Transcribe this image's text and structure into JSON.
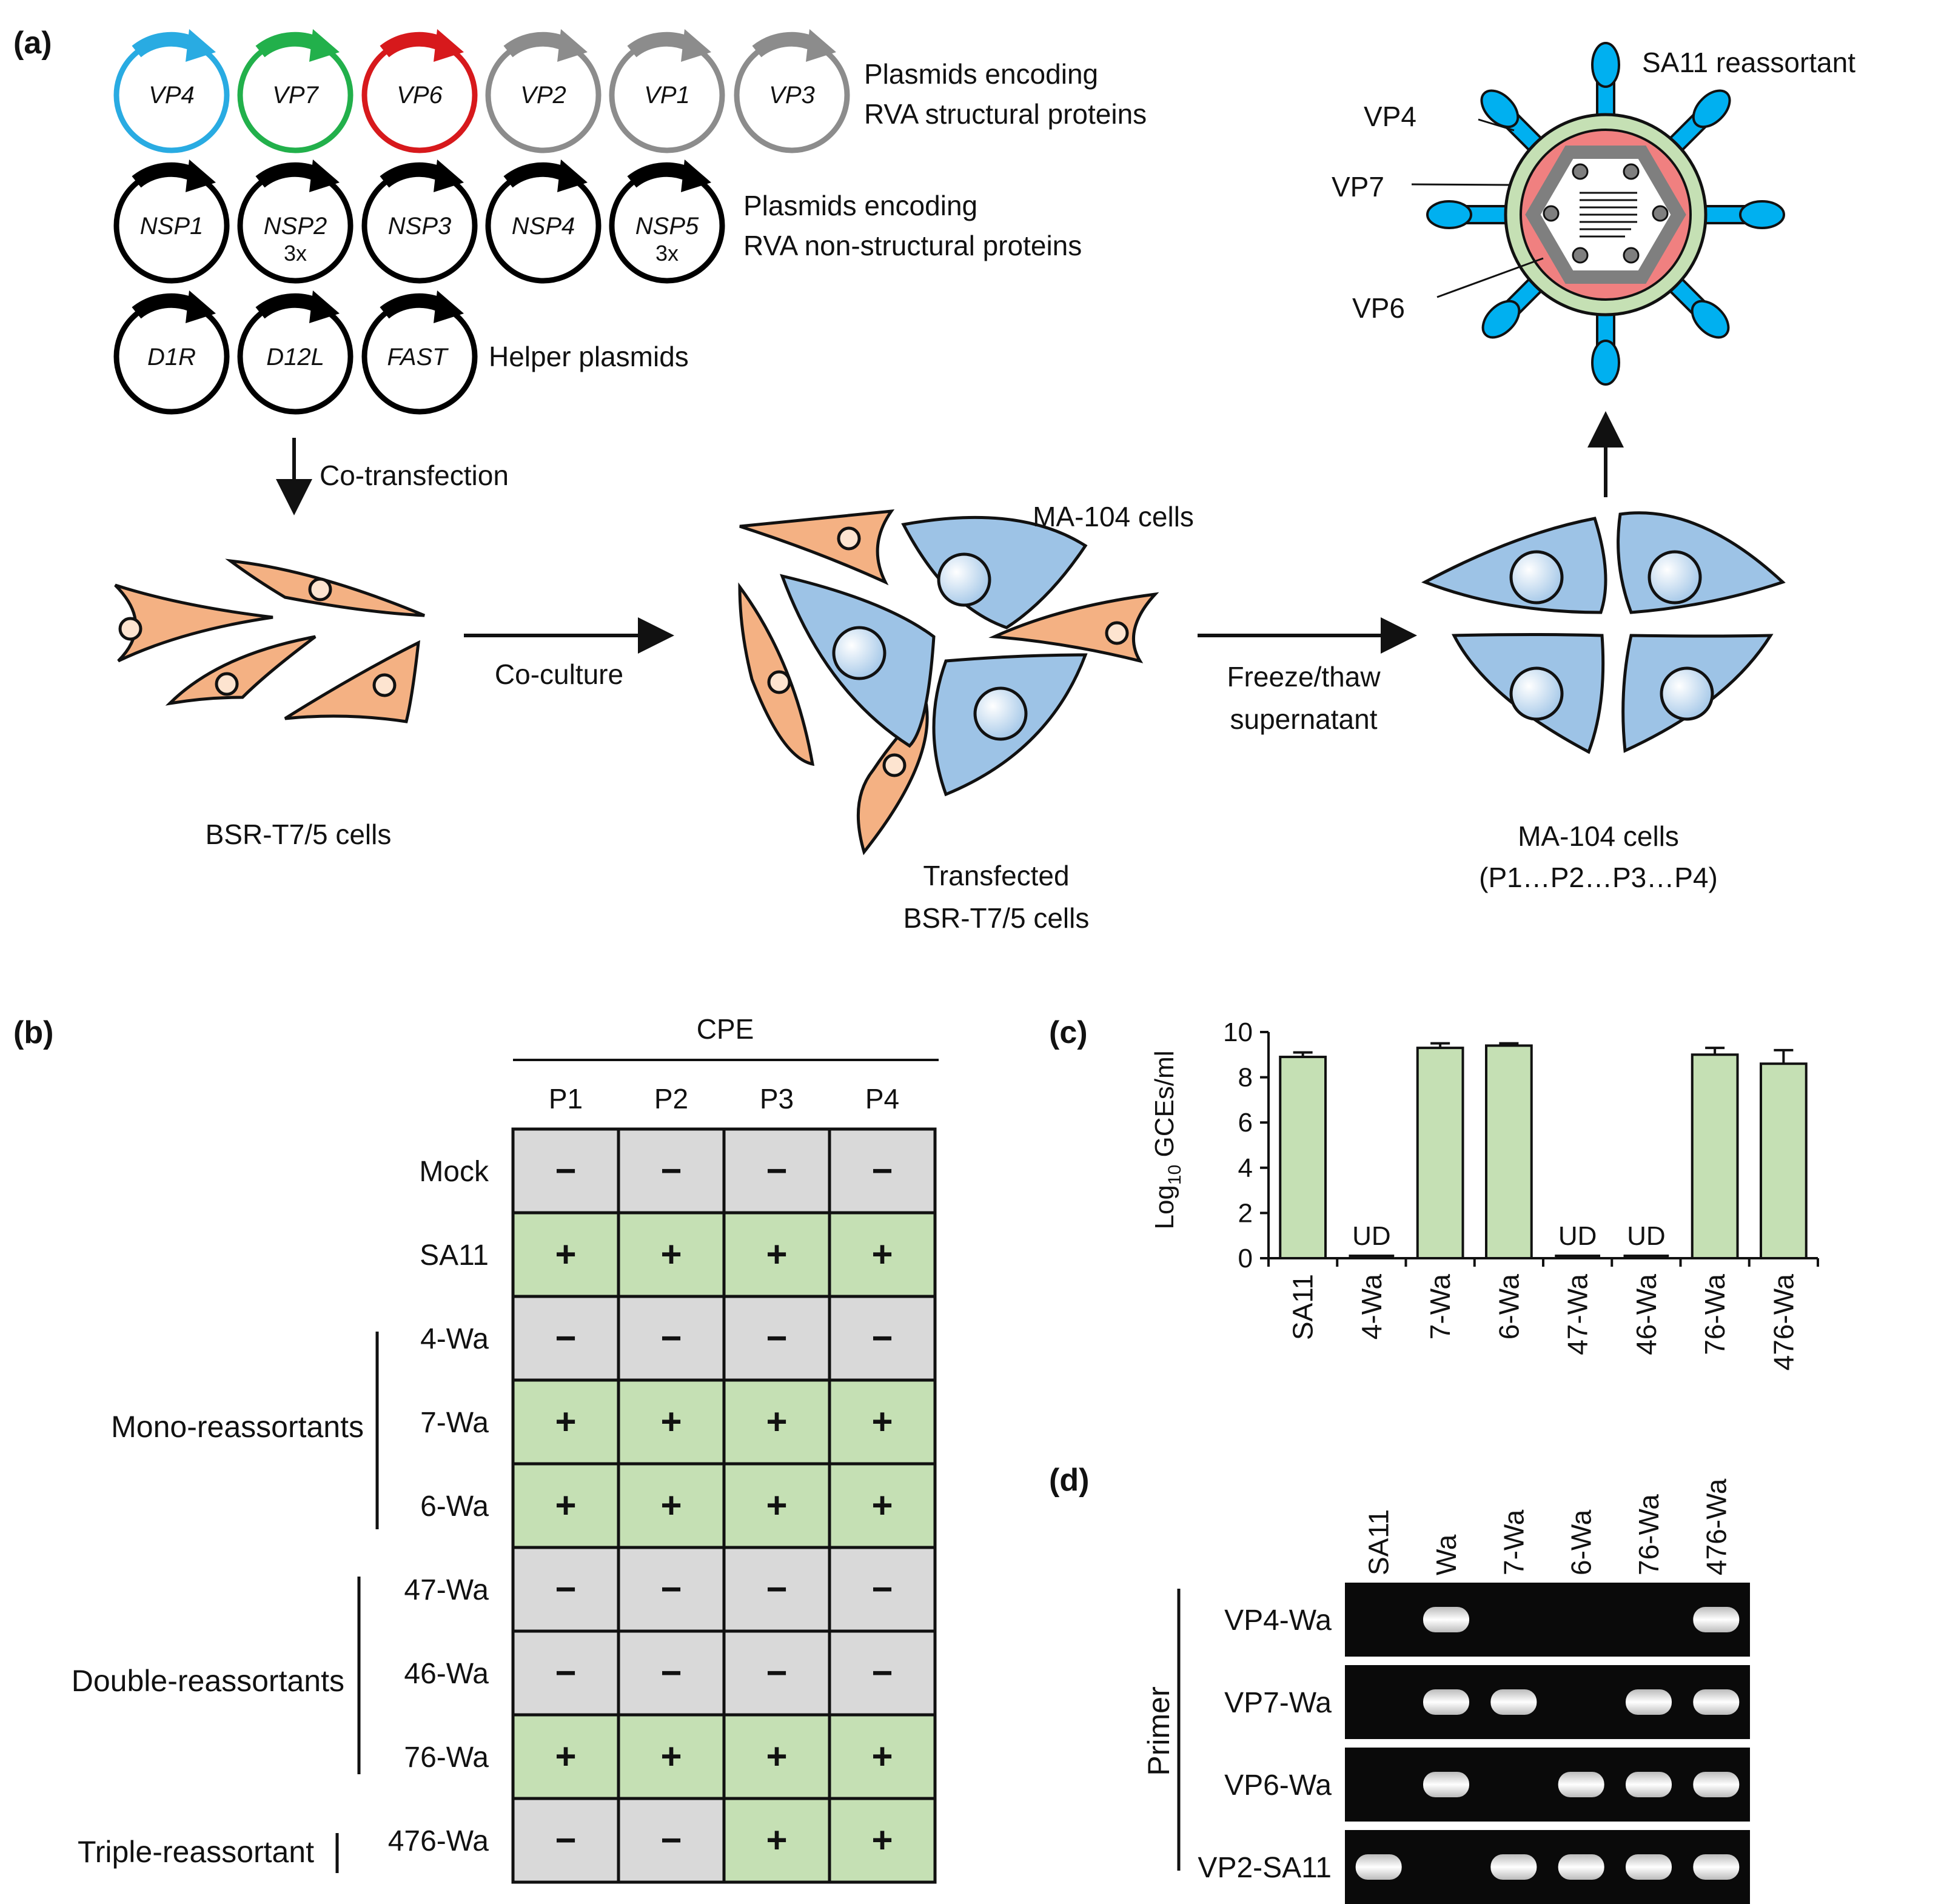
{
  "panels": {
    "a": "(a)",
    "b": "(b)",
    "c": "(c)",
    "d": "(d)"
  },
  "panel_a": {
    "structural_plasmids": [
      "VP4",
      "VP7",
      "VP6",
      "VP2",
      "VP1",
      "VP3"
    ],
    "structural_caption": [
      "Plasmids encoding",
      "RVA structural proteins"
    ],
    "nonstructural_plasmids": [
      {
        "name": "NSP1",
        "mult": ""
      },
      {
        "name": "NSP2",
        "mult": "3x"
      },
      {
        "name": "NSP3",
        "mult": ""
      },
      {
        "name": "NSP4",
        "mult": ""
      },
      {
        "name": "NSP5",
        "mult": "3x"
      }
    ],
    "nonstructural_caption": [
      "Plasmids encoding",
      "RVA non-structural proteins"
    ],
    "helper_plasmids": [
      "D1R",
      "D12L",
      "FAST"
    ],
    "helper_caption": "Helper plasmids",
    "plasmid_colors": {
      "VP4": "#29abe2",
      "VP7": "#22b04b",
      "VP6": "#d7191c",
      "grey": "#8c8c8c",
      "black": "#000000"
    },
    "step_cotransfection": "Co-transfection",
    "step_coculture": "Co-culture",
    "step_freeze": [
      "Freeze/thaw",
      "supernatant"
    ],
    "label_bsr": "BSR-T7/5 cells",
    "label_ma104_mix": "MA-104 cells",
    "label_transfected": [
      "Transfected",
      "BSR-T7/5 cells"
    ],
    "label_ma104_passage": [
      "MA-104 cells",
      "(P1…P2…P3…P4)"
    ],
    "virion_title": "SA11 reassortant",
    "virion_labels": [
      "VP4",
      "VP7",
      "VP6"
    ],
    "cell_colors": {
      "bsr": "#f4b183",
      "ma104": "#9dc3e6"
    },
    "virion_colors": {
      "vp4": "#00b0f0",
      "vp7": "#c5e0b4",
      "vp6": "#f08080",
      "core": "#7f7f7f"
    }
  },
  "panel_b": {
    "header": "CPE",
    "columns": [
      "P1",
      "P2",
      "P3",
      "P4"
    ],
    "rows": [
      {
        "label": "Mock",
        "cpe": [
          "−",
          "−",
          "−",
          "−"
        ]
      },
      {
        "label": "SA11",
        "cpe": [
          "+",
          "+",
          "+",
          "+"
        ]
      },
      {
        "label": "4-Wa",
        "cpe": [
          "−",
          "−",
          "−",
          "−"
        ]
      },
      {
        "label": "7-Wa",
        "cpe": [
          "+",
          "+",
          "+",
          "+"
        ]
      },
      {
        "label": "6-Wa",
        "cpe": [
          "+",
          "+",
          "+",
          "+"
        ]
      },
      {
        "label": "47-Wa",
        "cpe": [
          "−",
          "−",
          "−",
          "−"
        ]
      },
      {
        "label": "46-Wa",
        "cpe": [
          "−",
          "−",
          "−",
          "−"
        ]
      },
      {
        "label": "76-Wa",
        "cpe": [
          "+",
          "+",
          "+",
          "+"
        ]
      },
      {
        "label": "476-Wa",
        "cpe": [
          "−",
          "−",
          "+",
          "+"
        ]
      }
    ],
    "groups": [
      "Mono-reassortants",
      "Double-reassortants",
      "Triple-reassortant"
    ],
    "colors": {
      "positive": "#c5e0b4",
      "negative": "#d9d9d9"
    }
  },
  "chart_data": {
    "type": "bar",
    "categories": [
      "SA11",
      "4-Wa",
      "7-Wa",
      "6-Wa",
      "47-Wa",
      "46-Wa",
      "76-Wa",
      "476-Wa"
    ],
    "values": [
      8.9,
      0,
      9.3,
      9.4,
      0,
      0,
      9.0,
      8.6
    ],
    "errors": [
      0.2,
      0,
      0.2,
      0.1,
      0,
      0,
      0.3,
      0.6
    ],
    "annotations": [
      "",
      "UD",
      "",
      "",
      "UD",
      "UD",
      "",
      ""
    ],
    "ylabel_main": "Log",
    "ylabel_sub": "10",
    "ylabel_rest": " GCEs/ml",
    "ylim": [
      0,
      10
    ],
    "yticks": [
      "0",
      "2",
      "4",
      "6",
      "8",
      "10"
    ],
    "bar_color": "#c5e0b4"
  },
  "panel_d": {
    "lanes": [
      "SA11",
      "Wa",
      "7-Wa",
      "6-Wa",
      "76-Wa",
      "476-Wa"
    ],
    "primer_label": "Primer",
    "primers": [
      {
        "name": "VP4-Wa",
        "bands": [
          0,
          1,
          0,
          0,
          0,
          1
        ]
      },
      {
        "name": "VP7-Wa",
        "bands": [
          0,
          1,
          1,
          0,
          1,
          1
        ]
      },
      {
        "name": "VP6-Wa",
        "bands": [
          0,
          1,
          0,
          1,
          1,
          1
        ]
      },
      {
        "name": "VP2-SA11",
        "bands": [
          1,
          0,
          1,
          1,
          1,
          1
        ]
      }
    ]
  }
}
